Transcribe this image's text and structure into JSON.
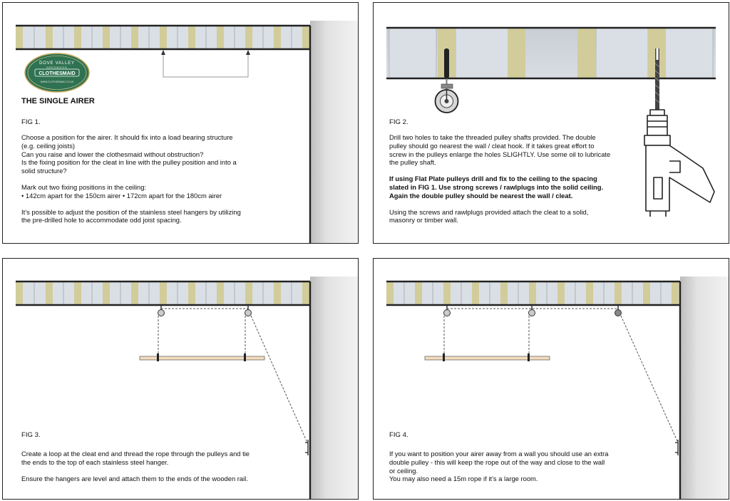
{
  "colors": {
    "joist": "#d2cc9b",
    "gap": "#d9dfe5",
    "beam": "#c3c9cf",
    "rail": "#f4dcbc",
    "logo": "#2f7251",
    "wall": "#d4d4d4"
  },
  "logo": {
    "top": "DOVE VALLEY",
    "middle": "NEEDWOOD",
    "brand": "CLOTHESMAID",
    "url": "WWW.CLOTHESMAID.CO.UK"
  },
  "panel1": {
    "title": "THE SINGLE AIRER",
    "fig": "FIG 1.",
    "p1": "Choose a position for the airer. It should fix into a load bearing structure",
    "p2": "(e.g. ceiling joists)",
    "p3": "Can you raise and lower the clothesmaid without obstruction?",
    "p4": "Is the fixing position for the cleat in line with the pulley position and into a",
    "p5": "solid structure?",
    "p6": "Mark out two fixing positions in the ceiling:",
    "p7": "• 142cm apart for the 150cm airer    • 172cm apart for the 180cm airer",
    "p8": "It’s possible to adjust the position of the stainless steel hangers by utilizing",
    "p9": "the pre-drilled hole to accommodate odd joist spacing."
  },
  "panel2": {
    "fig": "FIG 2.",
    "p1": "Drill two holes to take the threaded pulley shafts provided. The double",
    "p2": "pulley should go nearest the wall / cleat hook. If it takes great effort to",
    "p3": "screw in the pulleys enlarge the holes SLIGHTLY. Use some oil to lubricate",
    "p4": "the pulley shaft.",
    "b1": "If using Flat Plate pulleys drill and fix to the ceiling to the spacing",
    "b2": "slated in FIG 1. Use strong screws / rawlplugs into the solid ceiling.",
    "b3": "Again the double pulley should be nearest the wall / cleat.",
    "p5": "Using the screws and rawlplugs provided attach the cleat to a solid,",
    "p6": "masonry or timber wall."
  },
  "panel3": {
    "fig": "FIG 3.",
    "p1": "Create a loop at the cleat end and thread the rope through the pulleys and tie",
    "p2": "the ends to the top of each stainless steel hanger.",
    "p3": "Ensure the hangers are level and attach them to the ends of the wooden rail."
  },
  "panel4": {
    "fig": "FIG 4.",
    "p1": "If you want to position your airer away from a wall you should use an extra",
    "p2": "double pulley - this will keep the rope out of the way and close to the wall",
    "p3": "or ceiling.",
    "p4": "You may also need a 15m rope if it’s a large room."
  }
}
